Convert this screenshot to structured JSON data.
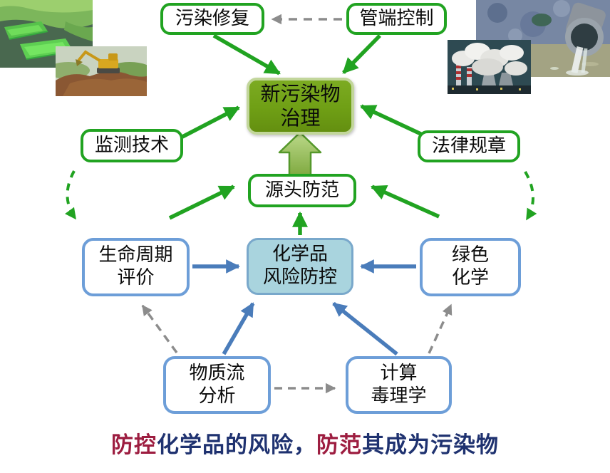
{
  "diagram": {
    "nodes": {
      "remediation": {
        "label": "污染修复"
      },
      "pipe_end_control": {
        "label": "管端控制"
      },
      "new_pollutant_governance": {
        "label": "新污染物\n治理"
      },
      "monitoring_tech": {
        "label": "监测技术"
      },
      "laws_regulations": {
        "label": "法律规章"
      },
      "source_prevention": {
        "label": "源头防范"
      },
      "chemical_risk_control": {
        "label": "化学品\n风险防控"
      },
      "life_cycle_assessment": {
        "label": "生命周期\n评价"
      },
      "green_chemistry": {
        "label": "绿色\n化学"
      },
      "material_flow_analysis": {
        "label": "物质流\n分析"
      },
      "computational_toxicology": {
        "label": "计算\n毒理学"
      }
    },
    "caption": {
      "seg1": "防控",
      "seg2": "化学品的风险，",
      "seg3": "防范",
      "seg4": "其成为污染物"
    },
    "edges": [
      {
        "from": "pipe_end_control",
        "to": "remediation",
        "style": "dashed-gray"
      },
      {
        "from": "remediation",
        "to": "new_pollutant_governance",
        "style": "solid-green"
      },
      {
        "from": "pipe_end_control",
        "to": "new_pollutant_governance",
        "style": "solid-green"
      },
      {
        "from": "monitoring_tech",
        "to": "new_pollutant_governance",
        "style": "solid-green"
      },
      {
        "from": "laws_regulations",
        "to": "new_pollutant_governance",
        "style": "solid-green"
      },
      {
        "from": "source_prevention",
        "to": "new_pollutant_governance",
        "style": "block-arrow-green"
      },
      {
        "from": "monitoring_tech",
        "to": "life_cycle_assessment",
        "style": "dashed-green"
      },
      {
        "from": "laws_regulations",
        "to": "green_chemistry",
        "style": "dashed-green"
      },
      {
        "from": "life_cycle_assessment",
        "to": "source_prevention",
        "style": "solid-green"
      },
      {
        "from": "green_chemistry",
        "to": "source_prevention",
        "style": "solid-green"
      },
      {
        "from": "chemical_risk_control",
        "to": "source_prevention",
        "style": "solid-green"
      },
      {
        "from": "life_cycle_assessment",
        "to": "chemical_risk_control",
        "style": "solid-blue"
      },
      {
        "from": "green_chemistry",
        "to": "chemical_risk_control",
        "style": "solid-blue"
      },
      {
        "from": "material_flow_analysis",
        "to": "chemical_risk_control",
        "style": "solid-blue"
      },
      {
        "from": "computational_toxicology",
        "to": "chemical_risk_control",
        "style": "solid-blue"
      },
      {
        "from": "material_flow_analysis",
        "to": "life_cycle_assessment",
        "style": "dashed-gray"
      },
      {
        "from": "material_flow_analysis",
        "to": "computational_toxicology",
        "style": "dashed-gray"
      },
      {
        "from": "computational_toxicology",
        "to": "green_chemistry",
        "style": "dashed-gray"
      }
    ],
    "photos": {
      "top_left_1": "floating-wetland-photo",
      "top_left_2": "excavator-soil-remediation-photo",
      "top_right_1": "outfall-pipe-discharge-photo",
      "top_right_2": "smokestacks-emissions-photo"
    },
    "colors": {
      "green_stroke": "#21a321",
      "olive_fill": "#6f9f15",
      "pale_green_border": "#c2d69b",
      "block_arrow_fill_light": "#bcd98a",
      "block_arrow_fill_dark": "#7fa93f",
      "light_blue_fill": "#a9d4de",
      "blue_border": "#6d9ed8",
      "blue_arrow": "#4a7cba",
      "gray_dashed": "#8c8c8c",
      "caption_red": "#9d1d40",
      "caption_navy": "#1f3270"
    }
  }
}
